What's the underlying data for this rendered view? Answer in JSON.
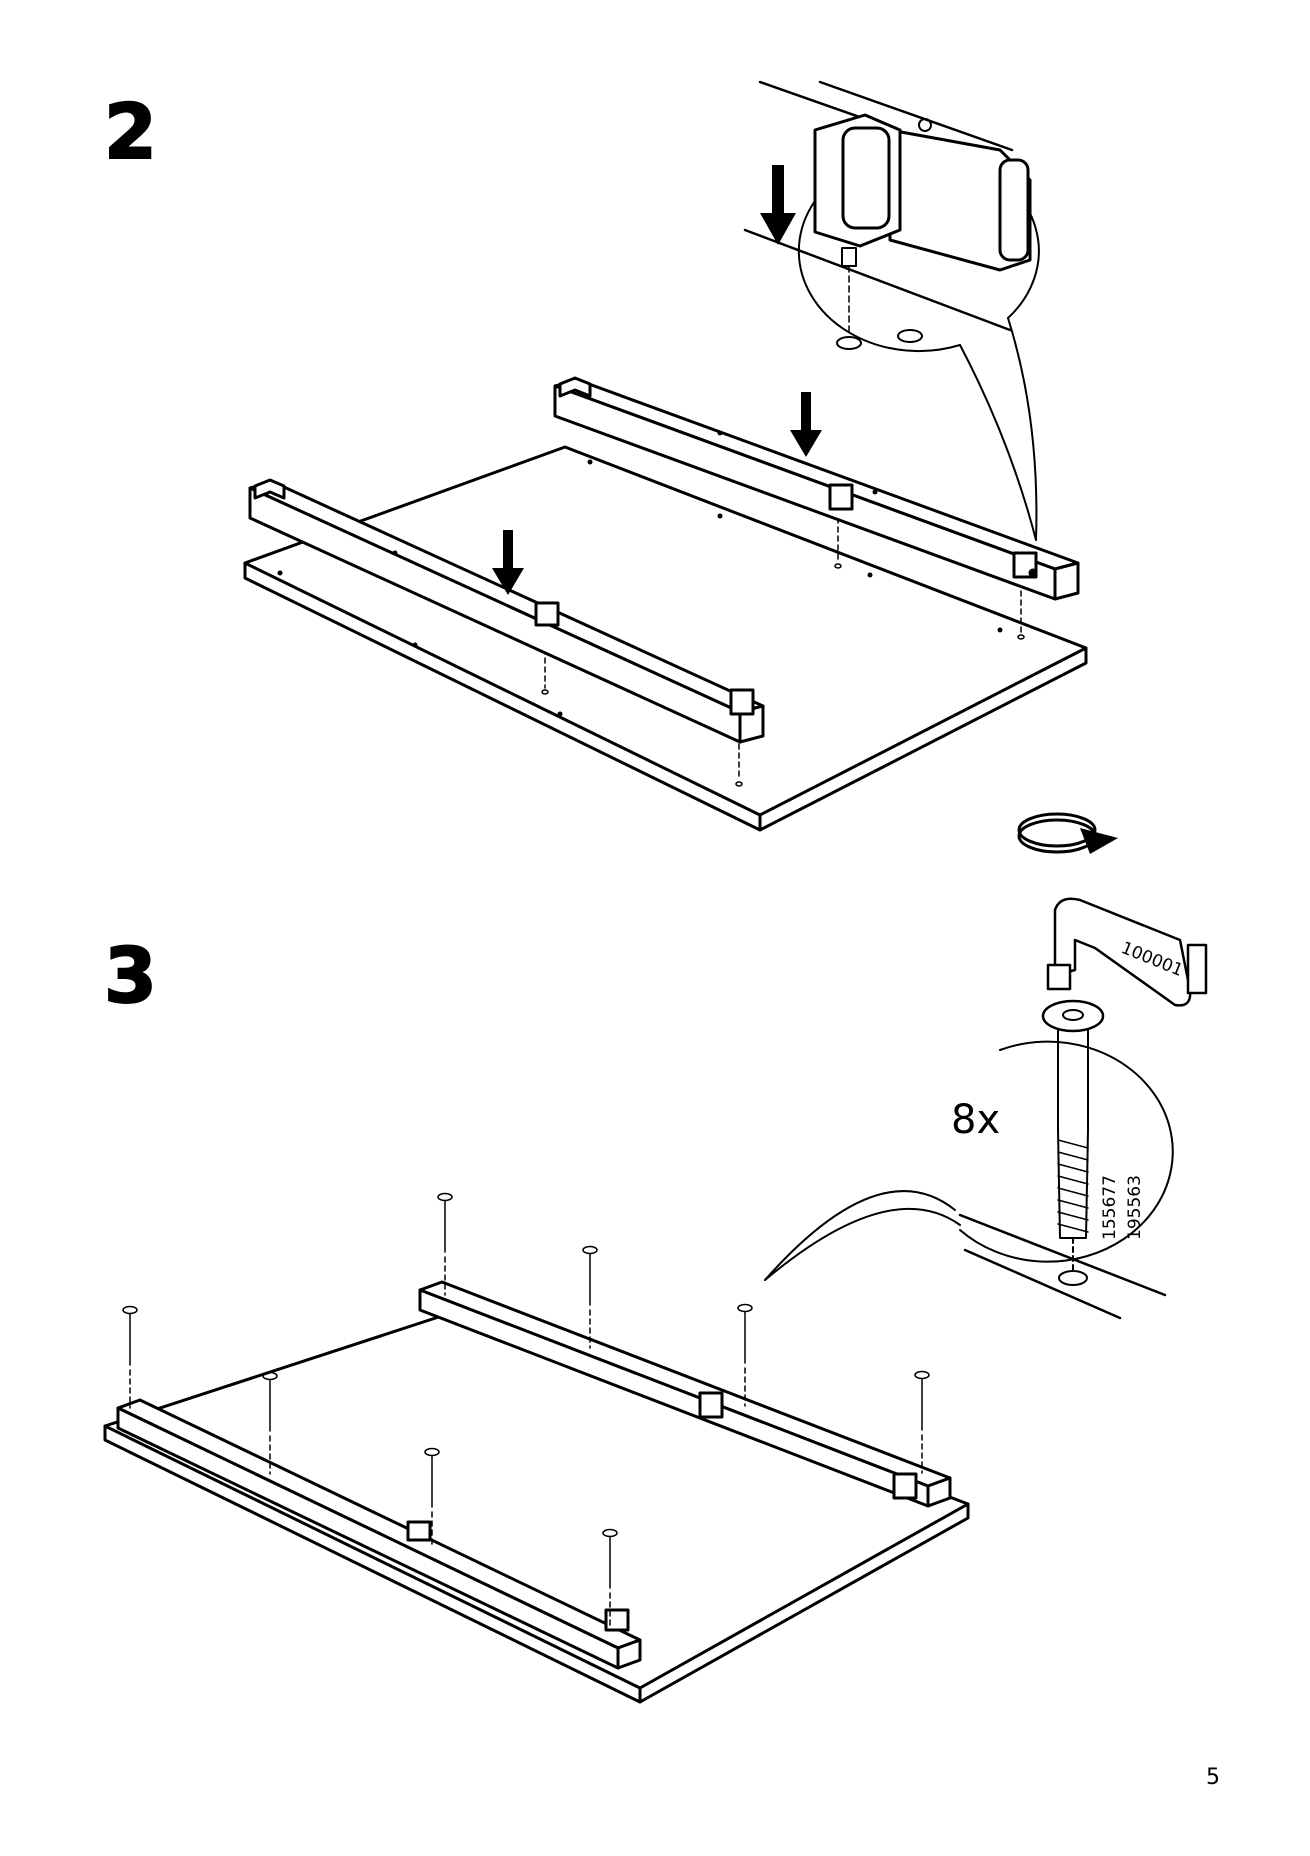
{
  "steps": [
    {
      "number": "2"
    },
    {
      "number": "3"
    }
  ],
  "step3_detail": {
    "quantity": "8x",
    "allen_key_part": "100001",
    "bolt_part_a": "155677",
    "bolt_part_b": "195563"
  },
  "page_number": "5",
  "colors": {
    "ink": "#000000",
    "paper": "#ffffff"
  }
}
